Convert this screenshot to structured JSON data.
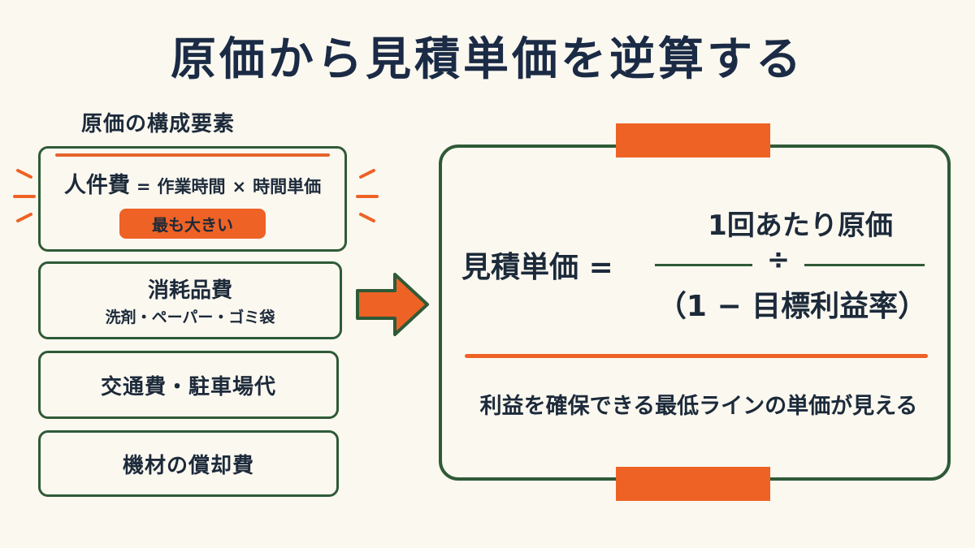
{
  "title": "原価から見積単価を逆算する",
  "cost_section": {
    "label": "原価の構成要素",
    "labor": {
      "name": "人件費",
      "equals": "=",
      "term1": "作業時間",
      "times": "×",
      "term2": "時間単価",
      "badge": "最も大きい"
    },
    "supplies": {
      "name": "消耗品費",
      "examples": "洗剤・ペーパー・ゴミ袋"
    },
    "transport": {
      "name": "交通費・駐車場代"
    },
    "equipment": {
      "name": "機材の償却費"
    }
  },
  "formula": {
    "lhs": "見積単価",
    "equals": "=",
    "numerator": "1回あたり原価",
    "divide": "÷",
    "denominator": "（1 − 目標利益率）",
    "note": "利益を確保できる最低ラインの単価が見える"
  },
  "colors": {
    "accent": "#ee6225",
    "border": "#2f5a37",
    "text": "#1c2a3a",
    "background": "#fbf8f0"
  }
}
